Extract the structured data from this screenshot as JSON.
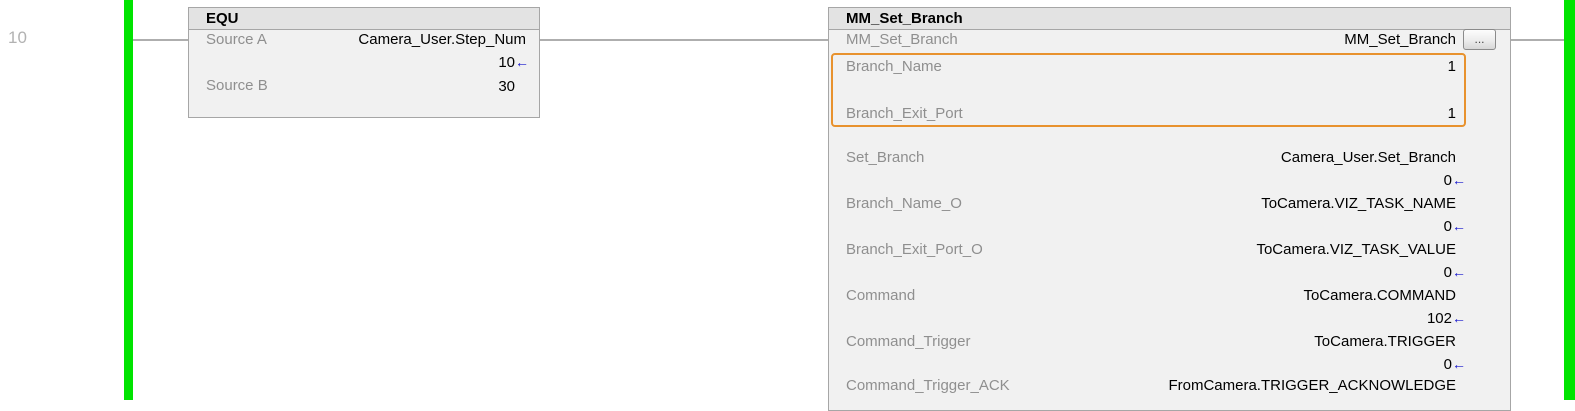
{
  "colors": {
    "rail_green": "#00e400",
    "highlight_orange": "#e8922e",
    "arrow_blue": "#1414cc",
    "label_gray": "#8f8f8f",
    "rung_number_gray": "#b2b2b2",
    "block_body": "#f1f1f1",
    "block_header_bg": "#e3e3e3",
    "block_border": "#a6a6a6",
    "wire_gray": "#aeaeae"
  },
  "rung": {
    "number": "10"
  },
  "icons": {
    "value_arrow": "←",
    "browse_ellipsis": "..."
  },
  "equ": {
    "header": "EQU",
    "source_a": {
      "label": "Source A",
      "tag": "Camera_User.Step_Num",
      "value": "10"
    },
    "source_b": {
      "label": "Source B",
      "value": "30"
    }
  },
  "mm": {
    "header": "MM_Set_Branch",
    "instance": {
      "label": "MM_Set_Branch",
      "value": "MM_Set_Branch"
    },
    "inputs_highlighted": [
      {
        "label": "Branch_Name",
        "value": "1"
      },
      {
        "label": "Branch_Exit_Port",
        "value": "1"
      }
    ],
    "params": [
      {
        "label": "Set_Branch",
        "tag": "Camera_User.Set_Branch",
        "value": "0"
      },
      {
        "label": "Branch_Name_O",
        "tag": "ToCamera.VIZ_TASK_NAME",
        "value": "0"
      },
      {
        "label": "Branch_Exit_Port_O",
        "tag": "ToCamera.VIZ_TASK_VALUE",
        "value": "0"
      },
      {
        "label": "Command",
        "tag": "ToCamera.COMMAND",
        "value": "102"
      },
      {
        "label": "Command_Trigger",
        "tag": "ToCamera.TRIGGER",
        "value": "0"
      },
      {
        "label": "Command_Trigger_ACK",
        "tag": "FromCamera.TRIGGER_ACKNOWLEDGE"
      }
    ]
  }
}
